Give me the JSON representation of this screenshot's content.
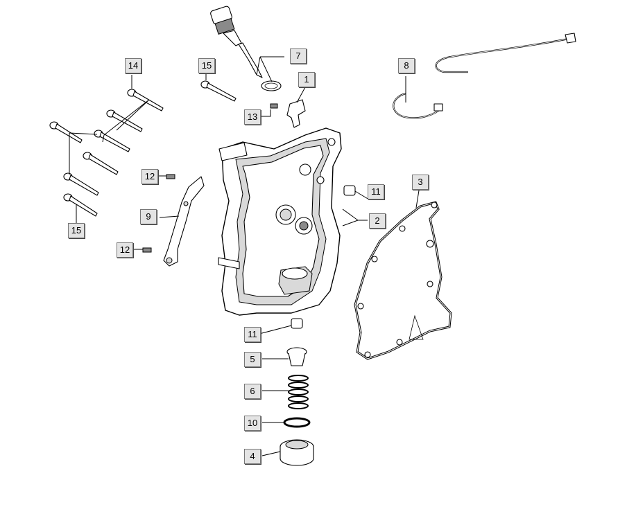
{
  "diagram": {
    "callouts": [
      {
        "id": "1",
        "label": "1"
      },
      {
        "id": "2",
        "label": "2"
      },
      {
        "id": "3",
        "label": "3"
      },
      {
        "id": "4",
        "label": "4"
      },
      {
        "id": "5",
        "label": "5"
      },
      {
        "id": "6",
        "label": "6"
      },
      {
        "id": "7",
        "label": "7"
      },
      {
        "id": "8",
        "label": "8"
      },
      {
        "id": "9",
        "label": "9"
      },
      {
        "id": "10",
        "label": "10"
      },
      {
        "id": "11a",
        "label": "11"
      },
      {
        "id": "11b",
        "label": "11"
      },
      {
        "id": "12a",
        "label": "12"
      },
      {
        "id": "12b",
        "label": "12"
      },
      {
        "id": "13",
        "label": "13"
      },
      {
        "id": "14",
        "label": "14"
      },
      {
        "id": "15a",
        "label": "15"
      },
      {
        "id": "15b",
        "label": "15"
      }
    ]
  }
}
